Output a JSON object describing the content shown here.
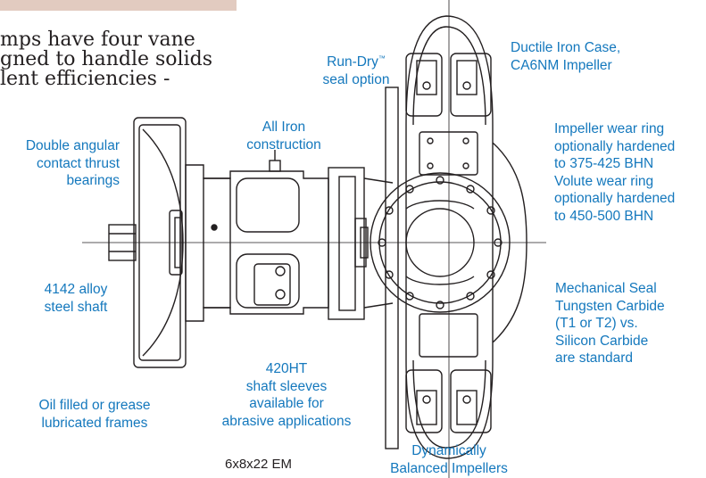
{
  "colors": {
    "accent_bar": "#e2cbc0",
    "callout_text": "#1478bd",
    "drawing_line": "#231f20"
  },
  "intro_text": [
    "mps have four vane",
    "gned to handle solids",
    "lent efficiencies -"
  ],
  "callouts": {
    "run_dry": {
      "line1_before_mark": "Run-Dry",
      "mark": "™",
      "line2": "seal option"
    },
    "ductile_iron": [
      "Ductile Iron Case,",
      "CA6NM Impeller"
    ],
    "all_iron": [
      "All Iron",
      "construction"
    ],
    "thrust_bearings": [
      "Double angular",
      "contact thrust",
      "bearings"
    ],
    "wear_rings": [
      "Impeller wear ring",
      "optionally hardened",
      "to 375-425 BHN",
      "Volute wear ring",
      "optionally hardened",
      "to 450-500 BHN"
    ],
    "shaft": [
      "4142 alloy",
      "steel shaft"
    ],
    "mech_seal": [
      "Mechanical Seal",
      "Tungsten Carbide",
      "(T1 or T2) vs.",
      "Silicon Carbide",
      "are standard"
    ],
    "sleeves": [
      "420HT",
      "shaft sleeves",
      "available for",
      "abrasive applications"
    ],
    "frames": [
      "Oil filled or grease",
      "lubricated frames"
    ],
    "impellers": [
      "Dynamically",
      "Balanced Impellers"
    ]
  },
  "model_label": "6x8x22 EM"
}
